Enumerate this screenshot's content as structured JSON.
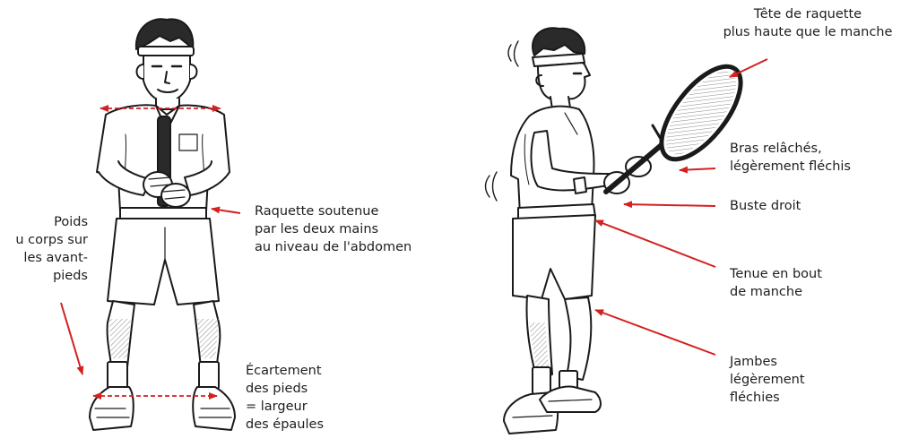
{
  "colors": {
    "arrow": "#d42020",
    "ink": "#1a1a1a",
    "shade": "#6b6b6b"
  },
  "front_view": {
    "labels": {
      "weight": "Poids\nu corps sur\nles avant-\npieds",
      "racket_held": "Raquette soutenue\npar les deux mains\nau niveau de l'abdomen",
      "feet_spacing": "Écartement\ndes pieds\n= largeur\ndes épaules"
    }
  },
  "side_view": {
    "labels": {
      "head_higher": "Tête de raquette\nplus haute que le manche",
      "arms": "Bras relâchés,\nlégèrement fléchis",
      "torso": "Buste droit",
      "grip": "Tenue en bout\nde manche",
      "legs": "Jambes\nlégèrement\nfléchies"
    }
  }
}
